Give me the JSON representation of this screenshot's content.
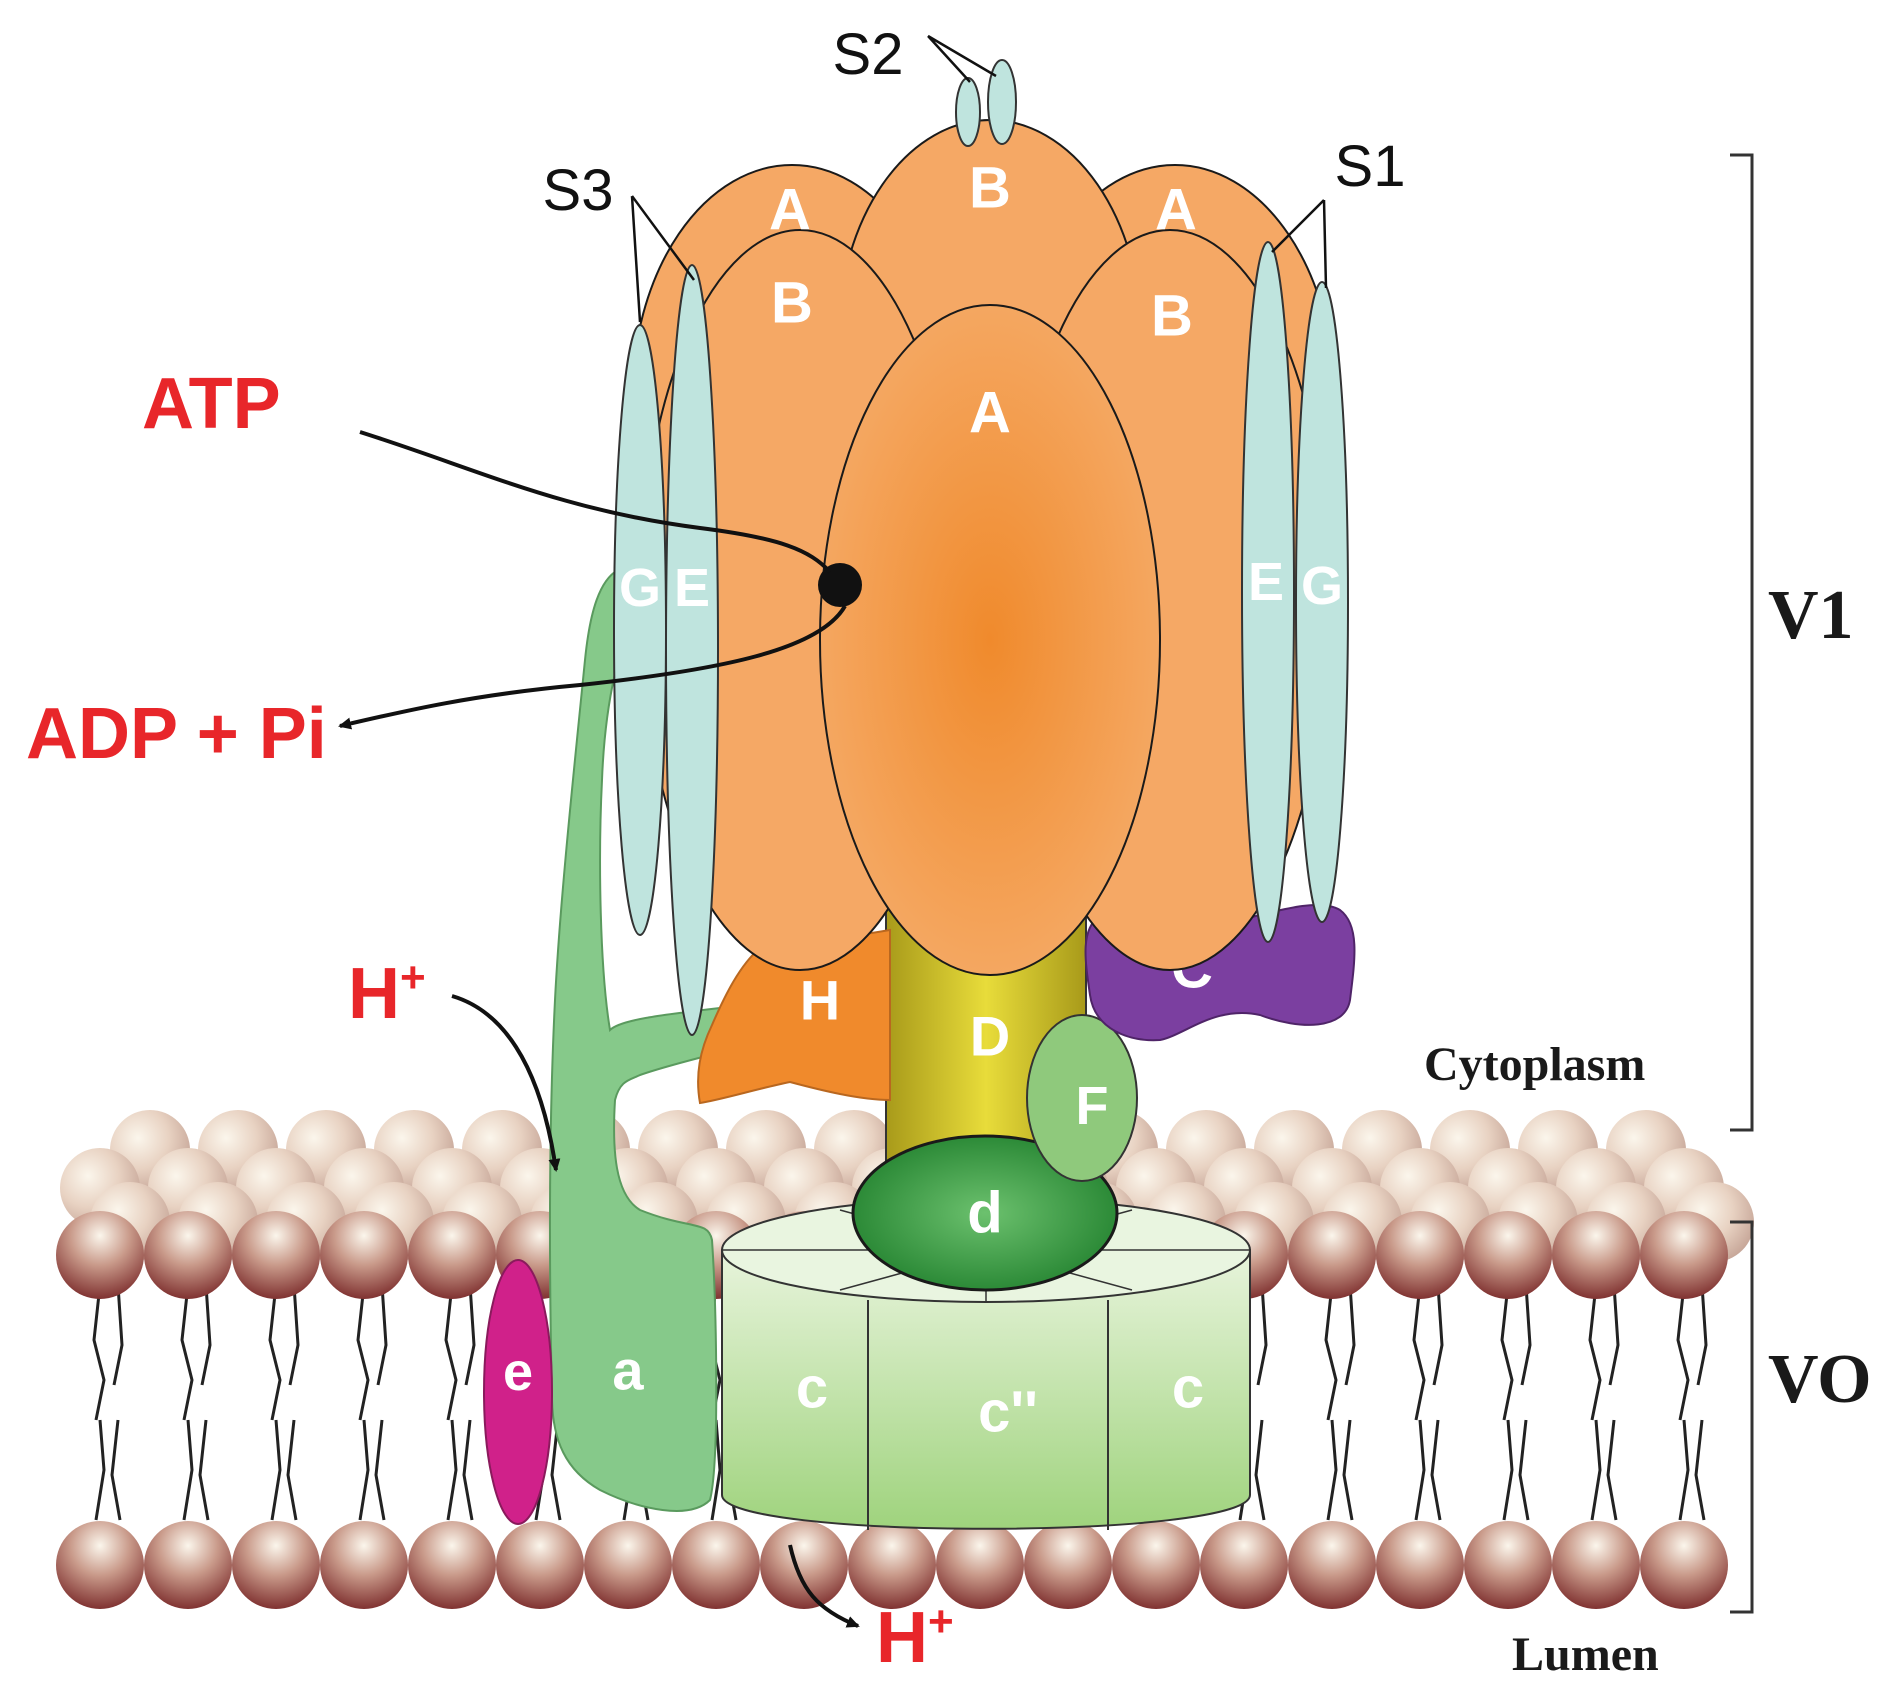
{
  "labels": {
    "atp": "ATP",
    "adp": "ADP + Pi",
    "h_in": "H",
    "h_out": "H",
    "h_sup": "+",
    "s1": "S1",
    "s2": "S2",
    "s3": "S3",
    "v1": "V1",
    "vo": "VO",
    "cytoplasm": "Cytoplasm",
    "lumen": "Lumen"
  },
  "subunits": {
    "A_back_left": "A",
    "A_back_right": "A",
    "B_back_top": "B",
    "B_left": "B",
    "B_right": "B",
    "A_front": "A",
    "G_left": "G",
    "E_left": "E",
    "E_right": "E",
    "G_right": "G",
    "H": "H",
    "C": "C",
    "D": "D",
    "F": "F",
    "d": "d",
    "a": "a",
    "e": "e",
    "c_left": "c",
    "c_double": "c''",
    "c_right": "c"
  },
  "colors": {
    "orange_light": "#f5a865",
    "orange_core": "#f08a2c",
    "stalk_blue": "#bfe4de",
    "green_a": "#86c98a",
    "green_c": "#c3e3a8",
    "green_d": "#2f9a3c",
    "magenta_e": "#d0218a",
    "purple_C": "#7b3fa0",
    "yellow_D": "#d2c62b",
    "red_text": "#e8262a"
  }
}
